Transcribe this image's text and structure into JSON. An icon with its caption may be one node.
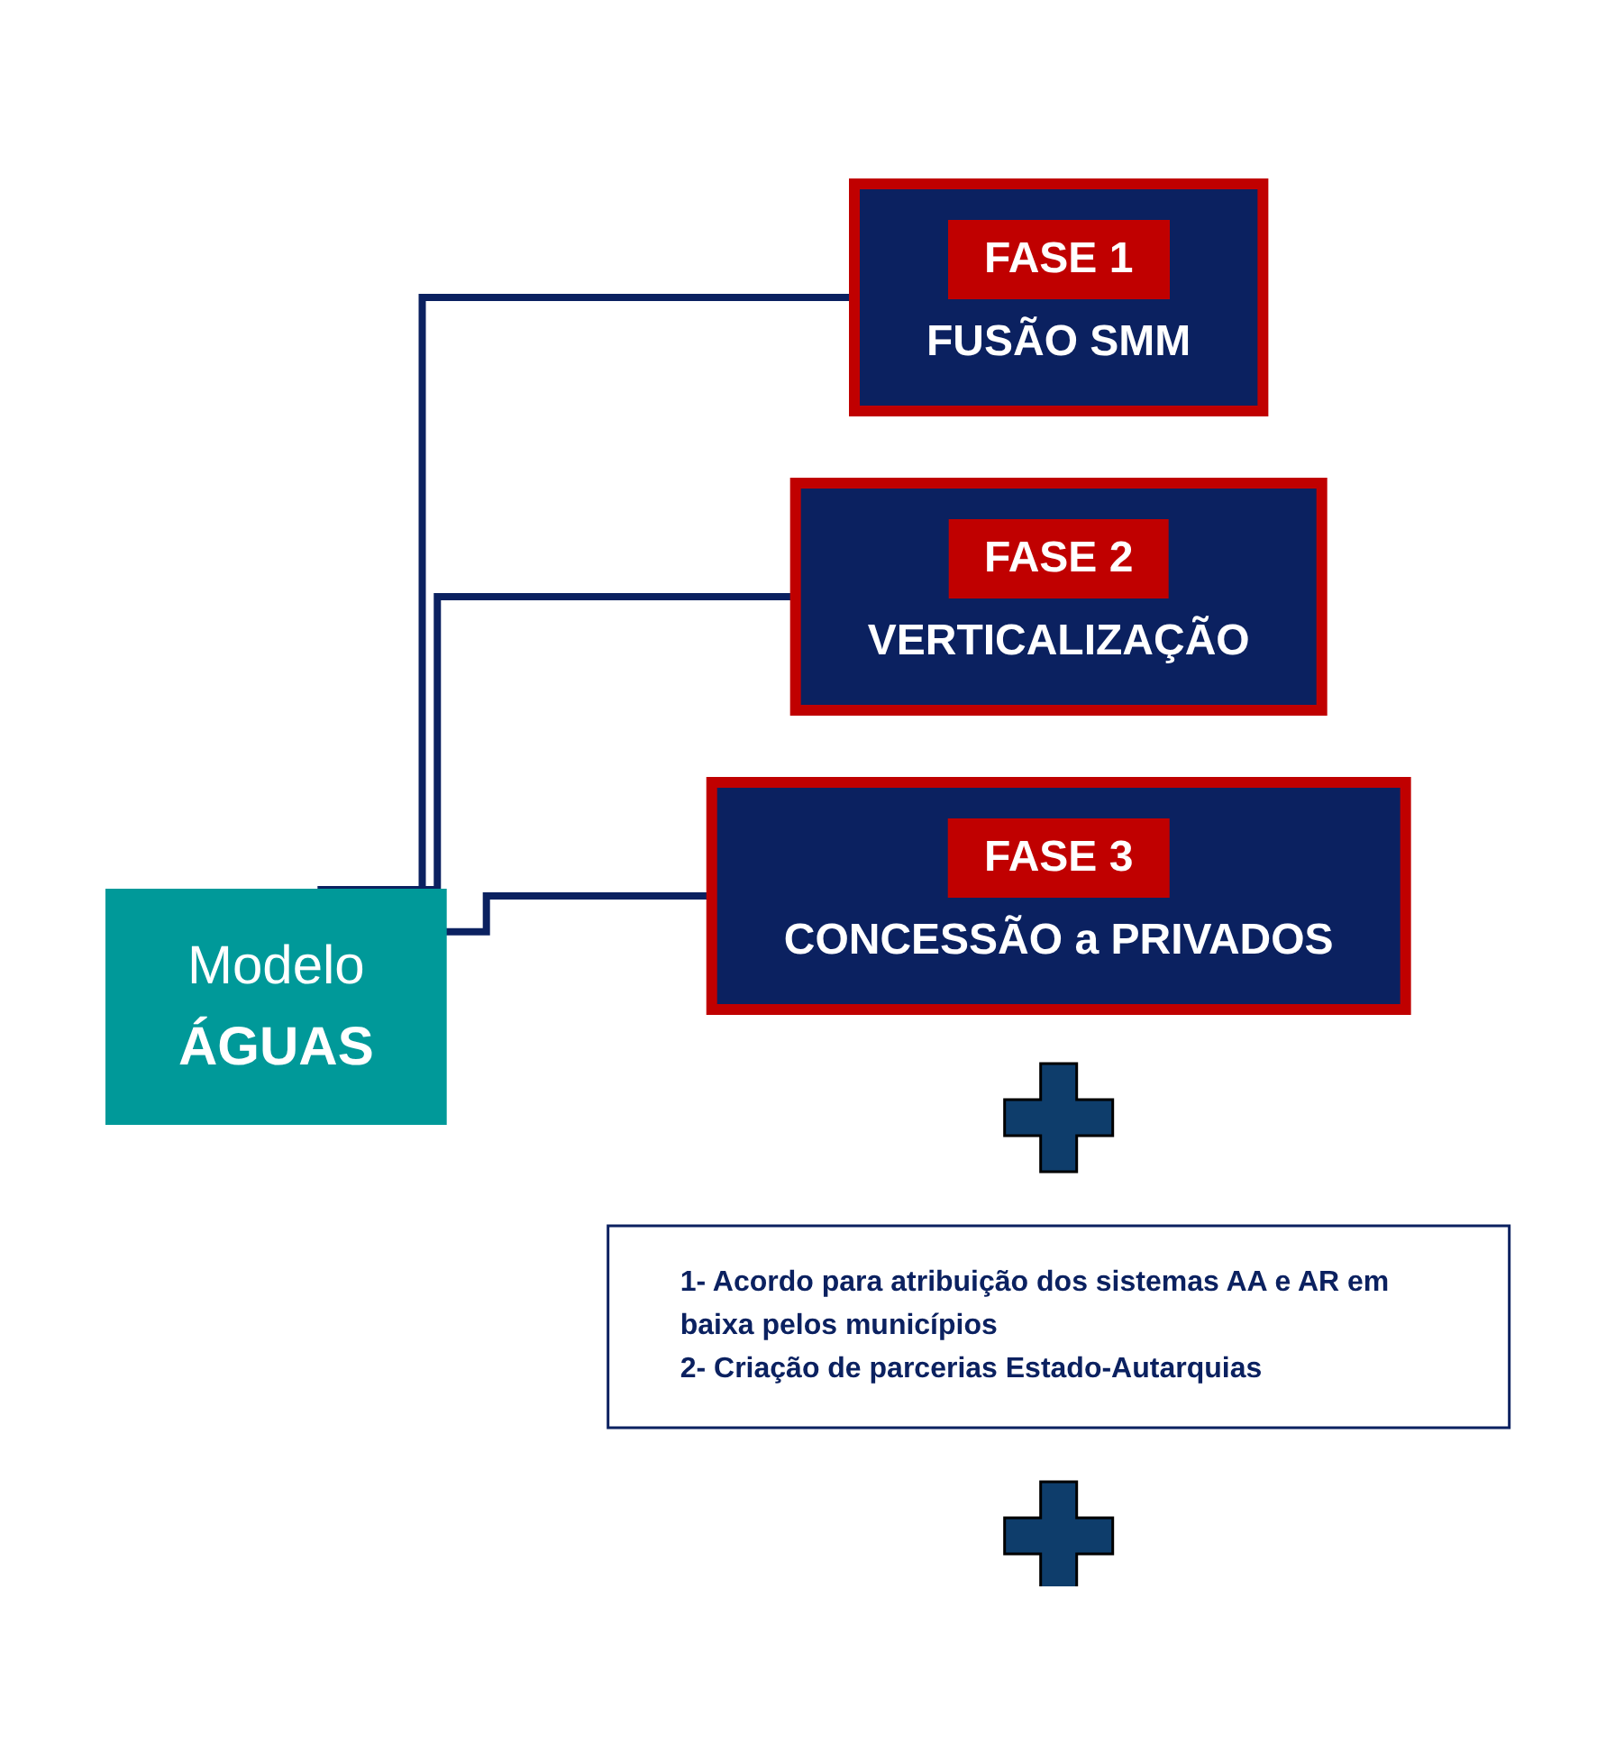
{
  "diagram": {
    "nodes": [
      {
        "text": [
          "Modelo",
          "ÁGUAS"
        ]
      },
      {
        "text": [
          "FASE 1",
          "FUSÃO SMM"
        ]
      },
      {
        "text": [],
        "shape": "plus"
      },
      {
        "text": [
          "FASE 2",
          "VERTICALIZAÇÃO"
        ]
      },
      {
        "text": [
          "1- Acordo para atribuição dos sistemas AA e AR em baixa pelos municípios",
          "2- Criação de parcerias Estado-Autarquias"
        ]
      },
      {
        "text": [],
        "shape": "plus"
      },
      {
        "text": [
          "FASE 3",
          "CONCESSÃO a PRIVADOS"
        ]
      }
    ],
    "edges": [
      {
        "from": 0,
        "to": 1,
        "arrow": "none"
      },
      {
        "from": 0,
        "to": 3,
        "arrow": "none"
      },
      {
        "from": 0,
        "to": 6,
        "arrow": "none"
      }
    ]
  }
}
